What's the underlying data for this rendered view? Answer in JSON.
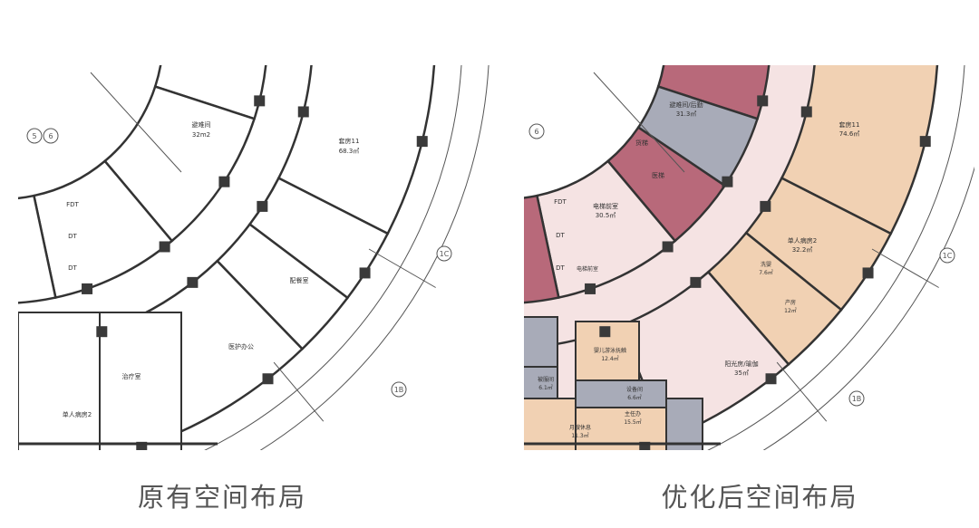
{
  "colors": {
    "corridor": "#f5e3e3",
    "room_tan": "#f1d1b3",
    "room_gray": "#a8abb8",
    "room_red": "#b8697a",
    "wall": "#333333",
    "line": "#555555"
  },
  "original": {
    "caption": "原有空间布局",
    "axis_marks": [
      "5",
      "6",
      "1C",
      "1B"
    ],
    "rooms": {
      "refuge": {
        "name": "避难间",
        "area": "32m2"
      },
      "suite": {
        "name": "套房11",
        "area": "68.3㎡"
      },
      "treatment": {
        "name": "治疗室"
      },
      "staff_office": {
        "name": "医护办公"
      },
      "single_ward": {
        "name": "单人病房2"
      },
      "pantry": {
        "name": "配餐室"
      },
      "elevators": [
        "FDT",
        "DT",
        "DT"
      ]
    }
  },
  "optimized": {
    "caption": "优化后空间布局",
    "axis_marks": [
      "6",
      "1C",
      "1B"
    ],
    "rooms": {
      "refuge": {
        "name": "避难间/后勤",
        "area": "31.3㎡"
      },
      "suite": {
        "name": "套房11",
        "area": "74.6㎡"
      },
      "lift_lobby": {
        "name": "电梯前室",
        "area": "30.5㎡"
      },
      "single_ward": {
        "name": "单人病房2",
        "area": "32.2㎡"
      },
      "sunroom": {
        "name": "阳光房/瑜伽",
        "area": "35㎡"
      },
      "baby_swim": {
        "name": "婴儿游泳抚触",
        "area": "12.4㎡"
      },
      "equipment": {
        "name": "设备间",
        "area": "6.6㎡"
      },
      "director": {
        "name": "主任办",
        "area": "15.5㎡"
      },
      "nanny_rest": {
        "name": "月嫂休息",
        "area": "11.3㎡"
      },
      "linen": {
        "name": "被服间",
        "area": "6.1㎡"
      },
      "delivery": {
        "name": "产房",
        "area": "12㎡"
      },
      "baby_wash": {
        "name": "洗婴",
        "area": "7.6㎡"
      },
      "freight_lift": {
        "name": "货梯"
      },
      "medical_lift": {
        "name": "医梯"
      },
      "small_lobby": {
        "name": "电梯前室"
      },
      "elevators": [
        "FDT",
        "DT",
        "DT"
      ]
    }
  }
}
